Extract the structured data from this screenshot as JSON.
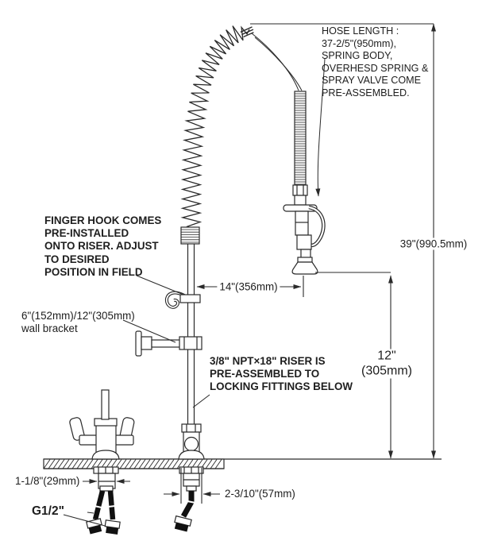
{
  "diagram": {
    "title_hint": "pre-rinse faucet installation drawing",
    "colors": {
      "line": "#2a2a2a",
      "background": "#ffffff"
    },
    "notes": {
      "hose": "HOSE LENGTH :\n37-2/5\"(950mm),\nSPRING BODY,\nOVERHESD SPRING &\nSPRAY VALVE COME\nPRE-ASSEMBLED.",
      "finger_hook": "FINGER HOOK COMES\nPRE-INSTALLED\nONTO RISER. ADJUST\nTO DESIRED\nPOSITION IN FIELD",
      "wall_bracket": "6\"(152mm)/12\"(305mm)\nwall bracket",
      "riser": "3/8\" NPT×18\" RISER IS\nPRE-ASSEMBLED TO\nLOCKING FITTINGS BELOW"
    },
    "dimensions": {
      "hose_drop": "14\"(356mm)",
      "overall_height": "39\"(990.5mm)",
      "clearance": "12\"\n(305mm)",
      "shank_width": "1-1/8\"(29mm)",
      "base_spread": "2-3/10\"(57mm)",
      "thread": "G1/2\""
    }
  }
}
